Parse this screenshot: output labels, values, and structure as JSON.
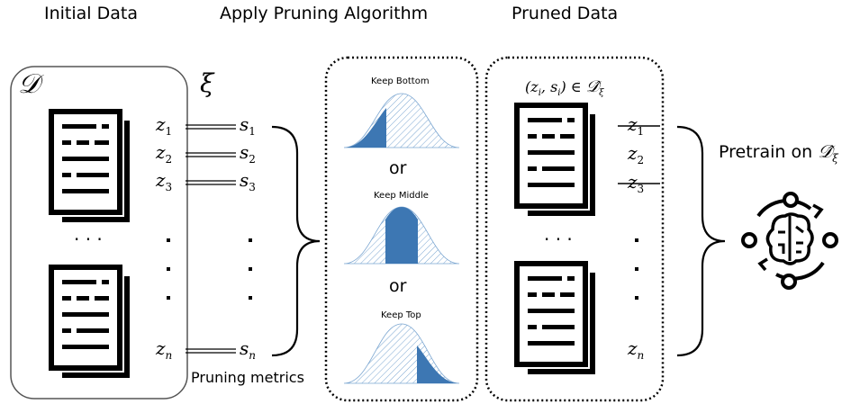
{
  "headers": {
    "initial": "Initial Data",
    "apply": "Apply Pruning Algorithm",
    "pruned": "Pruned Data"
  },
  "dataset_symbol": "𝒟",
  "metric_symbol": "ξ",
  "items": [
    {
      "z": "z",
      "sub": "1",
      "s": "s",
      "ssub": "1"
    },
    {
      "z": "z",
      "sub": "2",
      "s": "s",
      "ssub": "2"
    },
    {
      "z": "z",
      "sub": "3",
      "s": "s",
      "ssub": "3"
    },
    {
      "z": "z",
      "sub": "n",
      "s": "s",
      "ssub": "n"
    }
  ],
  "ellipsis": "· · ·",
  "pruning_metrics_label": "Pruning metrics",
  "algorithms": {
    "keep_bottom": "Keep Bottom",
    "keep_middle": "Keep Middle",
    "keep_top": "Keep Top",
    "or": "or"
  },
  "pruned_label": "(z_i, s_i) ∈ 𝒟̂_ξ",
  "pruned_label_parts": {
    "open": "(",
    "z": "z",
    "zi": "i",
    "comma": ", ",
    "s": "s",
    "si": "i",
    "close": ") ∈ ",
    "D": "𝒟̂",
    "xi": "ξ"
  },
  "pruned_items": [
    {
      "z": "z",
      "sub": "1",
      "struck": true
    },
    {
      "z": "z",
      "sub": "2",
      "struck": false
    },
    {
      "z": "z",
      "sub": "3",
      "struck": true
    },
    {
      "z": "z",
      "sub": "n",
      "struck": false
    }
  ],
  "pretrain_label": "Pretrain on",
  "pretrain_symbol": "𝒟̂",
  "pretrain_sub": "ξ",
  "colors": {
    "accent": "#3d77b3",
    "hatch": "#7ba6d1"
  }
}
